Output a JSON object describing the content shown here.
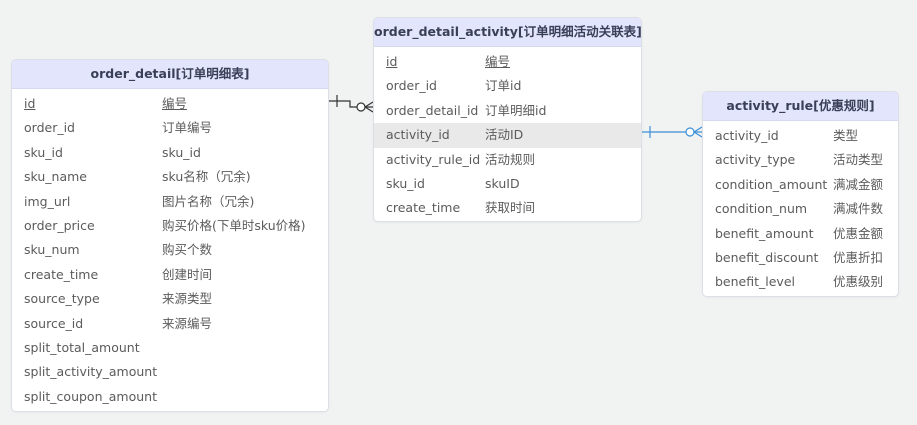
{
  "colors": {
    "background": "#f1f3f3",
    "header_bg": "#e2e5fb",
    "highlight_row": "#e9e9e9",
    "relation_dark": "#333333",
    "relation_blue": "#3d8fd6"
  },
  "entities": [
    {
      "id": "order_detail",
      "title": "order_detail[订单明细表]",
      "fields": [
        {
          "name": "id",
          "comment": "编号",
          "pk": true
        },
        {
          "name": "order_id",
          "comment": "订单编号"
        },
        {
          "name": "sku_id",
          "comment": "sku_id"
        },
        {
          "name": "sku_name",
          "comment": "sku名称（冗余)"
        },
        {
          "name": "img_url",
          "comment": "图片名称（冗余)"
        },
        {
          "name": "order_price",
          "comment": "购买价格(下单时sku价格)"
        },
        {
          "name": "sku_num",
          "comment": "购买个数"
        },
        {
          "name": "create_time",
          "comment": "创建时间"
        },
        {
          "name": "source_type",
          "comment": "来源类型"
        },
        {
          "name": "source_id",
          "comment": "来源编号"
        },
        {
          "name": "split_total_amount",
          "comment": ""
        },
        {
          "name": "split_activity_amount",
          "comment": ""
        },
        {
          "name": "split_coupon_amount",
          "comment": ""
        }
      ]
    },
    {
      "id": "order_detail_activity",
      "title": "order_detail_activity[订单明细活动关联表]",
      "fields": [
        {
          "name": "id",
          "comment": "编号",
          "pk": true
        },
        {
          "name": "order_id",
          "comment": "订单id"
        },
        {
          "name": "order_detail_id",
          "comment": "订单明细id"
        },
        {
          "name": "activity_id",
          "comment": "活动ID",
          "highlight": true
        },
        {
          "name": "activity_rule_id",
          "comment": "活动规则"
        },
        {
          "name": "sku_id",
          "comment": "skuID"
        },
        {
          "name": "create_time",
          "comment": "获取时间"
        }
      ]
    },
    {
      "id": "activity_rule",
      "title": "activity_rule[优惠规则]",
      "fields": [
        {
          "name": "activity_id",
          "comment": "类型"
        },
        {
          "name": "activity_type",
          "comment": "活动类型"
        },
        {
          "name": "condition_amount",
          "comment": "满减金额"
        },
        {
          "name": "condition_num",
          "comment": "满减件数"
        },
        {
          "name": "benefit_amount",
          "comment": "优惠金额"
        },
        {
          "name": "benefit_discount",
          "comment": "优惠折扣"
        },
        {
          "name": "benefit_level",
          "comment": "优惠级别"
        }
      ]
    }
  ],
  "relations": [
    {
      "from": "order_detail",
      "to": "order_detail_activity",
      "from_card": "one",
      "to_card": "zero-or-many",
      "color": "#333333"
    },
    {
      "from": "order_detail_activity",
      "to": "activity_rule",
      "from_card": "one",
      "to_card": "zero-or-many",
      "color": "#3d8fd6"
    }
  ]
}
